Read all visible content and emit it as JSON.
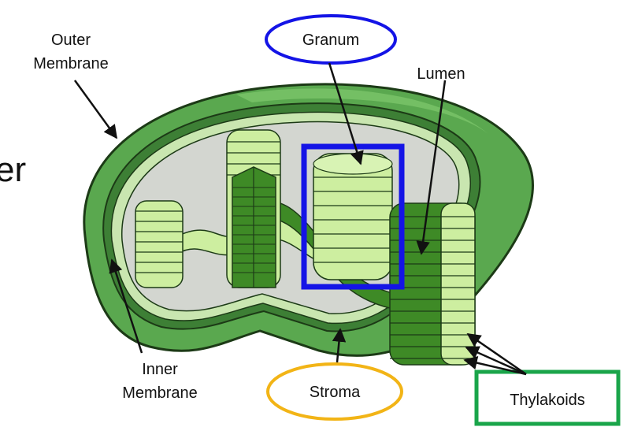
{
  "labels": {
    "outer_membrane_line1": "Outer",
    "outer_membrane_line2": "Membrane",
    "granum": "Granum",
    "lumen": "Lumen",
    "inner_membrane_line1": "Inner",
    "inner_membrane_line2": "Membrane",
    "stroma": "Stroma",
    "thylakoids": "Thylakoids",
    "cropped_left_fragment": "er"
  },
  "colors": {
    "outer_membrane": "#5aa84f",
    "outer_membrane_dark": "#3d7f35",
    "inner_membrane": "#c9e6b0",
    "stroma": "#d3d6d0",
    "thylakoid_light": "#cdeea0",
    "thylakoid_dark": "#3e8a26",
    "highlight_blue": "#1414e6",
    "highlight_orange": "#f2b416",
    "highlight_green": "#1aa54a",
    "text": "#111111"
  },
  "icons": [
    "arrow-pointer-icon"
  ]
}
